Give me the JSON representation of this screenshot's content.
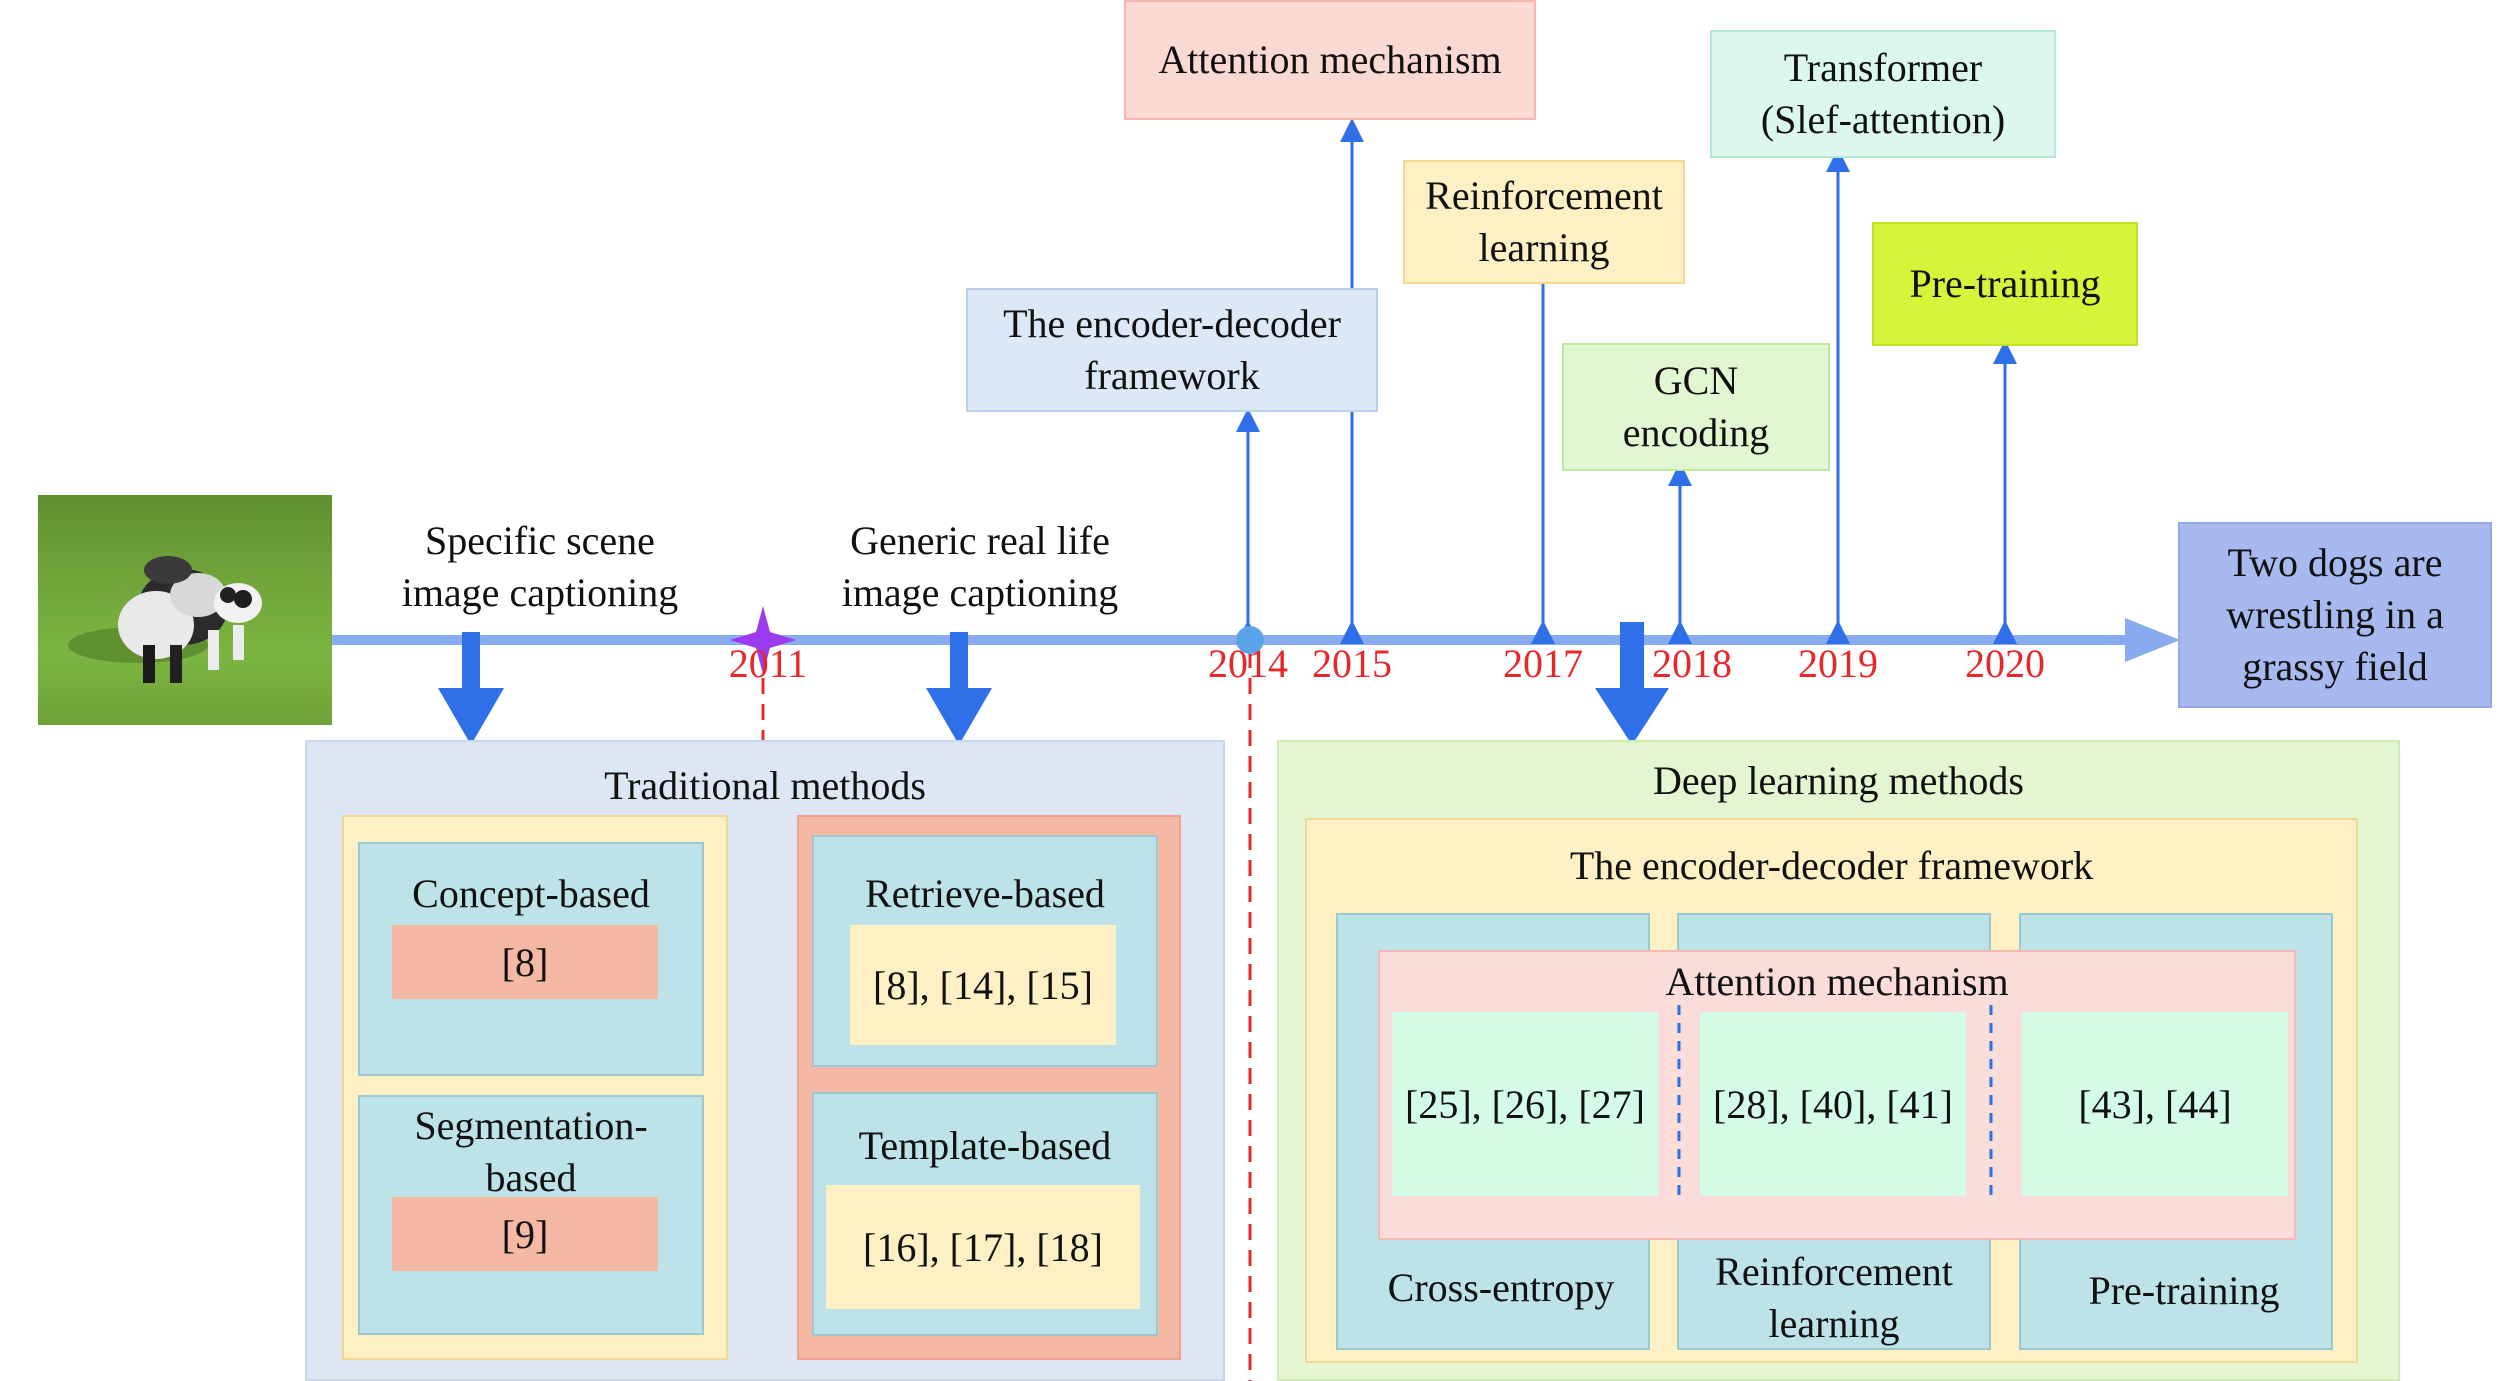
{
  "input_image": {
    "description_label": "dogs-on-grass-photo"
  },
  "output_caption": {
    "text": "Two dogs are\nwrestling in a\ngrassy field"
  },
  "timeline": {
    "phases": {
      "specific": "Specific scene\nimage captioning",
      "generic": "Generic real life\nimage captioning"
    },
    "years": {
      "y2011": "2011",
      "y2014": "2014",
      "y2015": "2015",
      "y2017": "2017",
      "y2018": "2018",
      "y2019": "2019",
      "y2020": "2020"
    },
    "milestones": {
      "attention": "Attention mechanism",
      "encoder_decoder": "The encoder-decoder\nframework",
      "reinforcement": "Reinforcement\nlearning",
      "gcn": "GCN\nencoding",
      "transformer": "Transformer\n(Slef-attention)",
      "pretraining": "Pre-training"
    }
  },
  "traditional": {
    "title": "Traditional methods",
    "concept": {
      "label": "Concept-based",
      "refs": "[8]"
    },
    "segmentation": {
      "label": "Segmentation-\nbased",
      "refs": "[9]"
    },
    "retrieve": {
      "label": "Retrieve-based",
      "refs": "[8], [14], [15]"
    },
    "template": {
      "label": "Template-based",
      "refs": "[16], [17], [18]"
    }
  },
  "deep": {
    "title": "Deep learning methods",
    "framework": "The encoder-decoder framework",
    "attention": "Attention mechanism",
    "columns": [
      {
        "label": "Cross-entropy",
        "refs": "[25], [26], [27]"
      },
      {
        "label": "Reinforcement\nlearning",
        "refs": "[28], [40], [41]"
      },
      {
        "label": "Pre-training",
        "refs": "[43], [44]"
      }
    ]
  },
  "colors": {
    "timeline_blue": "#8aaaf0",
    "arrow_blue": "#2f6fe8",
    "year_red": "#e8272d",
    "star_purple": "#9a3cf0",
    "trad_bg": "#dde7f4",
    "deep_bg": "#e4f5d2",
    "framework_bg": "#fdf1c9",
    "column_bg": "#bde3e8",
    "attention_bg": "#fadcd9",
    "ref_green": "#d4fbe6",
    "salmon": "#f5b8a4",
    "cream": "#fdf0c4"
  }
}
